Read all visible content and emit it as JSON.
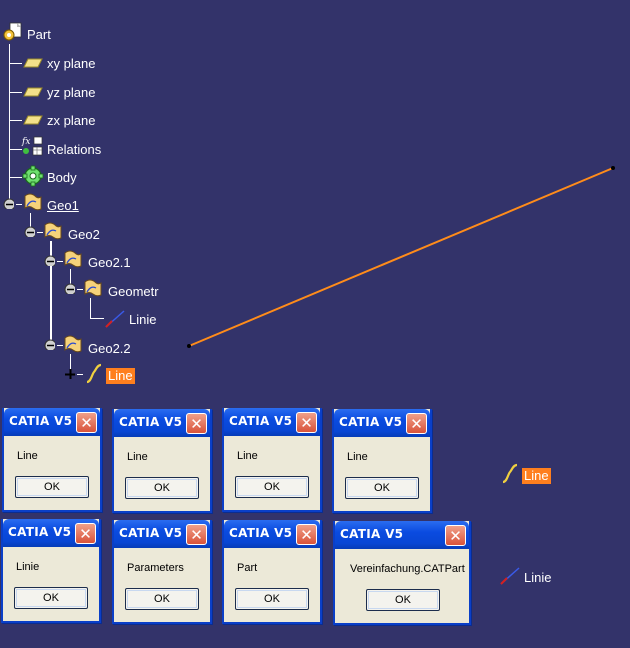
{
  "tree": {
    "root": "Part",
    "items": [
      "xy plane",
      "yz plane",
      "zx plane",
      "Relations",
      "Body",
      "Geo1",
      "Geo2",
      "Geo2.1",
      "Geometr",
      "Linie",
      "Geo2.2",
      "Line"
    ]
  },
  "dialogs": [
    {
      "title": "CATIA V5",
      "message": "Line",
      "button": "OK"
    },
    {
      "title": "CATIA V5",
      "message": "Line",
      "button": "OK"
    },
    {
      "title": "CATIA V5",
      "message": "Line",
      "button": "OK"
    },
    {
      "title": "CATIA V5",
      "message": "Line",
      "button": "OK"
    },
    {
      "title": "CATIA V5",
      "message": "Linie",
      "button": "OK"
    },
    {
      "title": "CATIA V5",
      "message": "Parameters",
      "button": "OK"
    },
    {
      "title": "CATIA V5",
      "message": "Part",
      "button": "OK"
    },
    {
      "title": "CATIA V5",
      "message": "Vereinfachung.CATPart",
      "button": "OK"
    }
  ],
  "side_labels": {
    "line": "Line",
    "linie": "Linie"
  },
  "colors": {
    "background": "#33336a",
    "highlight": "#ff7f1e",
    "line": "#ff8c1a"
  }
}
